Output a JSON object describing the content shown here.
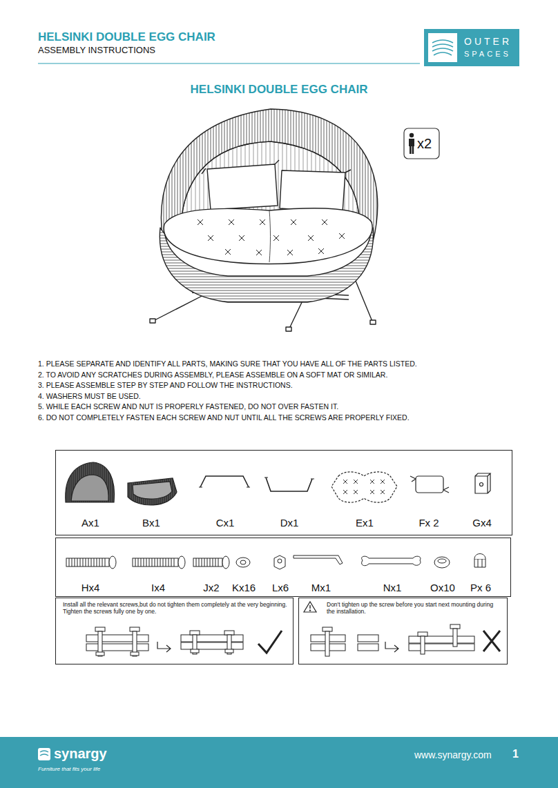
{
  "diagram": {
    "title": "HELSINKI DOUBLE EGG CHAIR",
    "nodes": [
      {
        "text": [
          "Ax1",
          "Bx1",
          "Cx1",
          "Dx1",
          "Ex1",
          "Fx 2",
          "Gx4"
        ]
      },
      {
        "text": [
          "Hx4",
          "Ix4",
          "Jx2",
          "Kx16",
          "Lx6",
          "Mx1",
          "Nx1",
          "Ox10",
          "Px 6"
        ]
      },
      {
        "text": [
          "Install all the relevant screws,but do not tighten them completely at the very beginning. Tighten the screws fully one by one."
        ]
      },
      {
        "text": [
          "Don't tighten up the screw before you start next mounting during the installation."
        ]
      },
      {
        "text": [
          "synargy",
          "Furniture that fits your life",
          "www.synargy.com",
          "1"
        ]
      }
    ],
    "labels": [
      "HELSINKI DOUBLE EGG CHAIR",
      "ASSEMBLY INSTRUCTIONS",
      "OUTER",
      "SPACES",
      "x2",
      "1. PLEASE SEPARATE AND IDENTIFY ALL PARTS, MAKING SURE THAT YOU HAVE ALL OF THE PARTS LISTED.",
      "2. TO AVOID ANY SCRATCHES DURING ASSEMBLY, PLEASE ASSEMBLE ON A SOFT MAT OR SIMILAR.",
      "3. PLEASE ASSEMBLE STEP BY STEP AND FOLLOW THE INSTRUCTIONS.",
      "4. WASHERS MUST BE USED.",
      "5. WHILE EACH SCREW AND NUT IS PROPERLY FASTENED, DO NOT OVER FASTEN IT.",
      "6. DO NOT COMPLETELY FASTEN EACH SCREW AND NUT UNTIL ALL THE SCREWS ARE PROPERLY FIXED."
    ]
  }
}
